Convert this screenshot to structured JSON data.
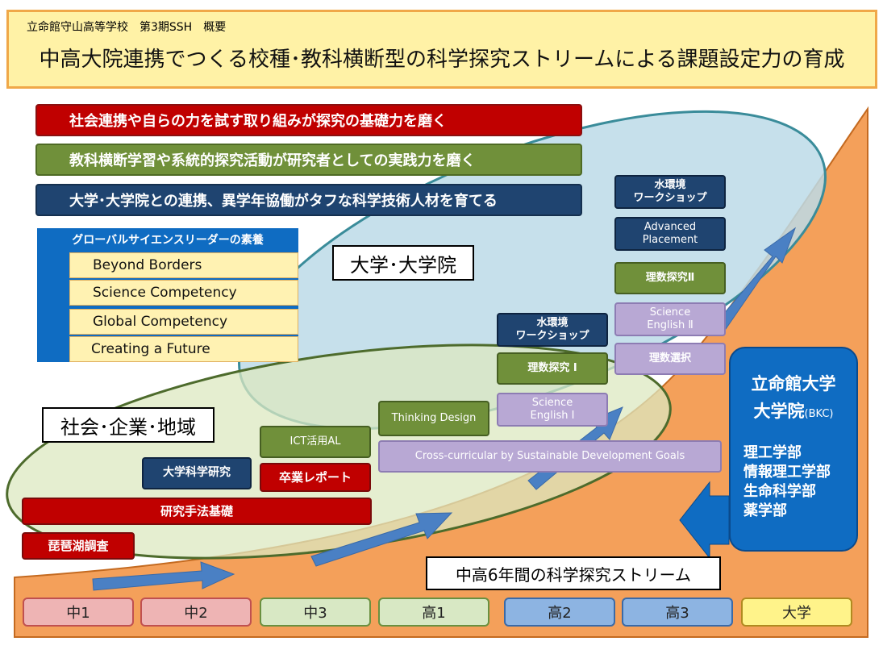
{
  "header": {
    "subtitle": "立命館守山高等学校　第3期SSH　概要",
    "title": "中高大院連携でつくる校種･教科横断型の科学探究ストリームによる課題設定力の育成"
  },
  "goals": [
    "社会連携や自らの力を試す取り組みが探究の基礎力を磨く",
    "教科横断学習や系統的探究活動が研究者としての実践力を磨く",
    "大学･大学院との連携、異学年協働がタフな科学技術人材を育てる"
  ],
  "global_leader": {
    "title": "グローバルサイエンスリーダーの素養",
    "items": [
      "Beyond Borders",
      "Science Competency",
      "Global Competency",
      "Creating a Future"
    ]
  },
  "areas": {
    "university": "大学･大学院",
    "society": "社会･企業･地域"
  },
  "programs": {
    "biwako": "琵琶湖調査",
    "research_basics": "研究手法基礎",
    "univ_research": "大学科学研究",
    "graduation_report": "卒業レポート",
    "ict": "ICT活用AL",
    "thinking_design": "Thinking Design",
    "sdgs": "Cross-curricular by Sustainable Development Goals",
    "sci_eng1_a": "Science",
    "sci_eng1_b": "English Ⅰ",
    "rs1": "理数探究 Ⅰ",
    "water_ws1_a": "水環境",
    "water_ws1_b": "ワークショップ",
    "rs_select": "理数選択",
    "sci_eng2_a": "Science",
    "sci_eng2_b": "English Ⅱ",
    "rs2": "理数探究Ⅱ",
    "ap_a": "Advanced",
    "ap_b": "Placement",
    "water_ws2_a": "水環境",
    "water_ws2_b": "ワークショップ"
  },
  "university": {
    "name": "立命館大学",
    "grad": "大学院",
    "campus": "(BKC)",
    "faculties": [
      "理工学部",
      "情報理工学部",
      "生命科学部",
      "薬学部"
    ]
  },
  "stream_label": "中高6年間の科学探究ストリーム",
  "grades": [
    "中1",
    "中2",
    "中3",
    "高1",
    "高2",
    "高3",
    "大学"
  ],
  "colors": {
    "orange": "#f4a05a",
    "red": "#c00000",
    "green": "#70903a",
    "navy": "#1f4470",
    "blue": "#0f6cc2",
    "lavender": "#b8a8d4"
  }
}
